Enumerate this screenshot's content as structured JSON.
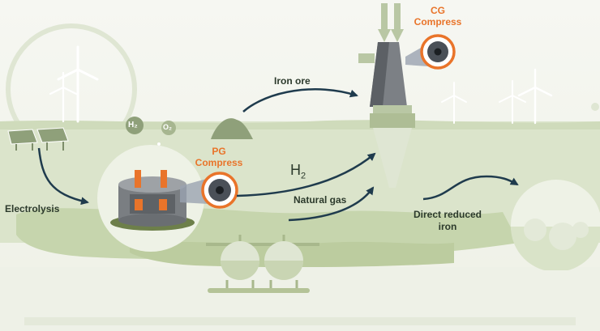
{
  "labels": {
    "electrolysis": "Electrolysis",
    "h2_bubble": "H₂",
    "o2_bubble": "O₂",
    "pg_line1": "PG",
    "pg_line2": "Compress",
    "cg_line1": "CG",
    "cg_line2": "Compress",
    "iron_ore": "Iron ore",
    "h2_main": "H",
    "h2_sub": "2",
    "natural_gas": "Natural gas",
    "dri_line1": "Direct reduced",
    "dri_line2": "iron"
  },
  "colors": {
    "ground": "#d9e3c8",
    "ground_dark": "#c5d4ae",
    "foreground": "#b8c99c",
    "orange": "#e9742a",
    "steel": "#6b6f73",
    "text": "#2c3a2c",
    "arrow": "#1f3b4d"
  }
}
